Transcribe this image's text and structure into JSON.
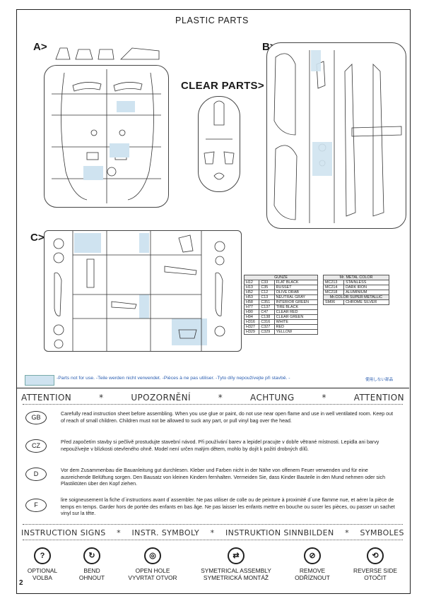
{
  "page": {
    "title": "PLASTIC PARTS",
    "number": "2"
  },
  "sprues": {
    "a_label": "A>",
    "b_label": "B>",
    "c_label": "C>",
    "clear_label": "CLEAR PARTS>"
  },
  "colors": {
    "not_used_fill": "#cfe3f0",
    "legend_text": "#2a5db0"
  },
  "paints": {
    "gunze": {
      "header": "GUNZE",
      "rows": [
        [
          "H12",
          "C33",
          "FLAT BLACK"
        ],
        [
          "H13",
          "C35",
          "RUSSET"
        ],
        [
          "H52",
          "C12",
          "OLIVE DRAB"
        ],
        [
          "H53",
          "C13",
          "NEUTRAL GRAY"
        ],
        [
          "H58",
          "C351",
          "INTERIOR GREEN"
        ],
        [
          "H77",
          "C137",
          "TIRE BLACK"
        ],
        [
          "H90",
          "C47",
          "CLEAR RED"
        ],
        [
          "H94",
          "C138",
          "CLEAR GREEN"
        ],
        [
          "H316",
          "C316",
          "WHITE"
        ],
        [
          "H327",
          "C327",
          "RED"
        ],
        [
          "H329",
          "C329",
          "YELLOW"
        ]
      ]
    },
    "metal": {
      "header": "Mr. METAL COLOR",
      "rows": [
        [
          "MC213",
          "STAINLESS"
        ],
        [
          "MC214",
          "DARK IRON"
        ],
        [
          "MC218",
          "ALUMINIUM"
        ]
      ],
      "super_header": "Mr.COLOR SUPER METALLIC",
      "super_rows": [
        [
          "SM06",
          "CHROME SILVER"
        ]
      ]
    }
  },
  "legend": {
    "text": "-Parts not for use. -Teile werden nicht verwendet. -Pièces à ne pas utiliser. -Tyto díly nepoužívejte při stavbě. -",
    "japanese": "使用しない部品"
  },
  "attention": {
    "banner": [
      "ATTENTION",
      "*",
      "UPOZORNĚNÍ",
      "*",
      "ACHTUNG",
      "*",
      "ATTENTION"
    ],
    "items": [
      {
        "code": "GB",
        "text": "Carefully read instruction sheet before assembling. When you use glue or paint, do not use near open flame and use in well ventilated room. Keep out of reach of small children. Children must not be allowed to suck any part, or pull vinyl bag over the head."
      },
      {
        "code": "CZ",
        "text": "Před započetím stavby si pečlivě prostudujte stavební návod. Při používání barev a lepidel pracujte v dobře větrané místnosti. Lepidla ani barvy nepoužívejte v blízkosti otevřeného ohně. Model není určen malým dětem, mohlo by dojít k požití drobných dílů."
      },
      {
        "code": "D",
        "text": "Vor dem Zusammenbau die Bauanleitung gut durchlesen. Kleber und Farben nicht in der Nähe von offenem Feuer verwenden und für eine ausreichende Belüftung sorgen. Den Bausatz von kleinen Kindern fernhalten. Vermeiden Sie, dass Kinder Bauteile in den Mund nehmen oder sich Plastiktüten über den Kopf ziehen."
      },
      {
        "code": "F",
        "text": "lire soigneusement la fiche d´instructions avant d´assembler. Ne pas utiliser de colle ou de peinture à proximité d´une flamme nue, et aérer la pièce de temps en temps. Garder hors de portée des enfants en bas âge. Ne pas laisser les enfants mettre en bouche ou sucer les pièces, ou passer un sachet vinyl sur la tête."
      }
    ]
  },
  "instructions": {
    "banner": [
      "INSTRUCTION SIGNS",
      "*",
      "INSTR. SYMBOLY",
      "*",
      "INSTRUKTION SINNBILDEN",
      "*",
      "SYMBOLES"
    ],
    "signs": [
      {
        "icon": "question-mark-icon",
        "glyph": "?",
        "line1": "OPTIONAL",
        "line2": "VOLBA"
      },
      {
        "icon": "bend-icon",
        "glyph": "↻",
        "line1": "BEND",
        "line2": "OHNOUT"
      },
      {
        "icon": "drill-hole-icon",
        "glyph": "◎",
        "line1": "OPEN HOLE",
        "line2": "VYVRTAT OTVOR"
      },
      {
        "icon": "symmetry-icon",
        "glyph": "⇄",
        "line1": "SYMETRICAL ASSEMBLY",
        "line2": "SYMETRICKÁ MONTÁŽ"
      },
      {
        "icon": "remove-icon",
        "glyph": "⊘",
        "line1": "REMOVE",
        "line2": "ODŘÍZNOUT"
      },
      {
        "icon": "reverse-side-icon",
        "glyph": "⟲",
        "line1": "REVERSE SIDE",
        "line2": "OTOČIT"
      }
    ]
  }
}
